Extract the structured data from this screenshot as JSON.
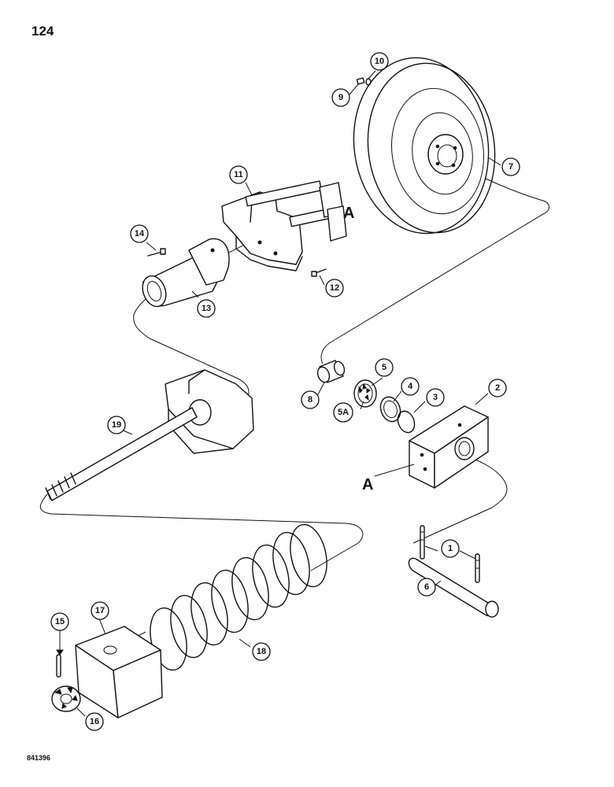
{
  "page_number": "124",
  "reference_code": "841396",
  "section_markers": {
    "a_upper": "A",
    "a_lower": "A"
  },
  "callouts": {
    "c1": "1",
    "c2": "2",
    "c3": "3",
    "c4": "4",
    "c5": "5",
    "c5a": "5A",
    "c6": "6",
    "c7": "7",
    "c8": "8",
    "c9": "9",
    "c10": "10",
    "c11": "11",
    "c12": "12",
    "c13": "13",
    "c14": "14",
    "c15": "15",
    "c16": "16",
    "c17": "17",
    "c18": "18",
    "c19": "19"
  }
}
